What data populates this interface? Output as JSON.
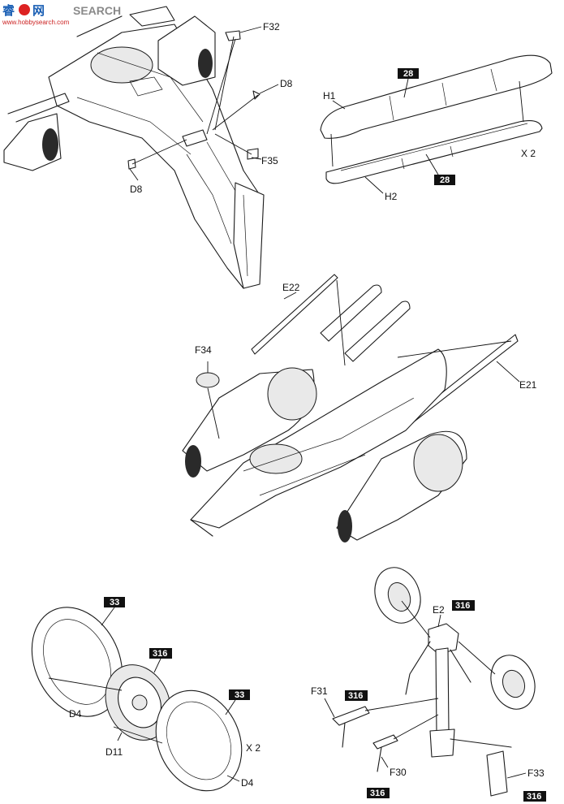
{
  "watermark": {
    "cn": "睿",
    "cn2": "网",
    "brand": "SEARCH",
    "site": "www.hobbysearch.com"
  },
  "colors": {
    "tag_bg": "#111111",
    "ink": "#1a1a1a",
    "watermark_red": "#cc2222"
  },
  "panel_top_left": {
    "labels": {
      "f32": "F32",
      "d8a": "D8",
      "f35": "F35",
      "d8b": "D8"
    }
  },
  "panel_top_right": {
    "labels": {
      "h1": "H1",
      "h2": "H2",
      "x2": "X 2"
    },
    "tags": {
      "t1": "28",
      "t2": "28"
    }
  },
  "panel_middle": {
    "labels": {
      "e22": "E22",
      "f34": "F34",
      "e21": "E21"
    }
  },
  "panel_bottom_left": {
    "labels": {
      "d4a": "D4",
      "d11": "D11",
      "d4b": "D4",
      "x2": "X 2"
    },
    "tags": {
      "t33a": "33",
      "t316": "316",
      "t33b": "33"
    }
  },
  "panel_bottom_right": {
    "labels": {
      "e2": "E2",
      "f31": "F31",
      "f30": "F30",
      "f33": "F33"
    },
    "tags": {
      "t316a": "316",
      "t316b": "316",
      "t316c": "316",
      "t316d": "316"
    }
  }
}
